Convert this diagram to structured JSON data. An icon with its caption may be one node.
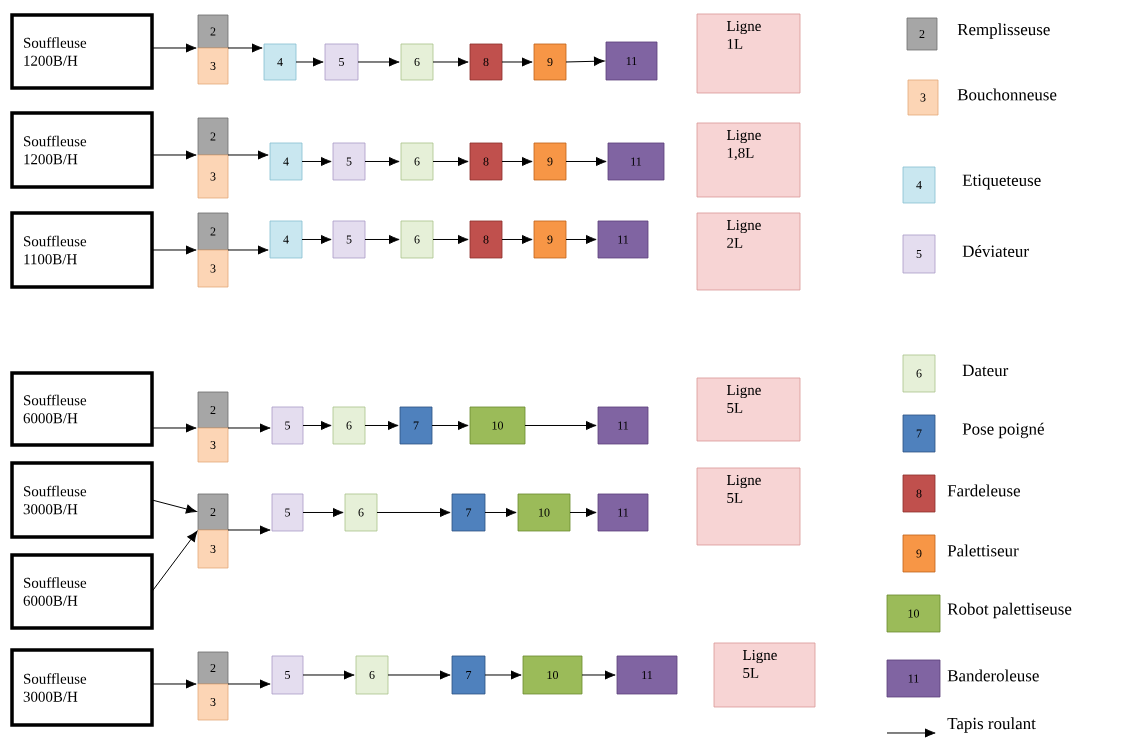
{
  "diagram": {
    "nodes": [
      {
        "text": [
          "Souffleuse 1200B/H"
        ]
      },
      {
        "text": [
          "2"
        ]
      },
      {
        "text": [
          "3"
        ]
      },
      {
        "text": [
          "4"
        ]
      },
      {
        "text": [
          "5"
        ]
      },
      {
        "text": [
          "6"
        ]
      },
      {
        "text": [
          "8"
        ]
      },
      {
        "text": [
          "9"
        ]
      },
      {
        "text": [
          "11"
        ]
      },
      {
        "text": [
          "Ligne 1L"
        ]
      },
      {
        "text": [
          "Souffleuse 1200B/H"
        ]
      },
      {
        "text": [
          "2"
        ]
      },
      {
        "text": [
          "3"
        ]
      },
      {
        "text": [
          "4"
        ]
      },
      {
        "text": [
          "5"
        ]
      },
      {
        "text": [
          "6"
        ]
      },
      {
        "text": [
          "8"
        ]
      },
      {
        "text": [
          "9"
        ]
      },
      {
        "text": [
          "11"
        ]
      },
      {
        "text": [
          "Ligne 1,8L"
        ]
      },
      {
        "text": [
          "Souffleuse 1100B/H"
        ]
      },
      {
        "text": [
          "2"
        ]
      },
      {
        "text": [
          "3"
        ]
      },
      {
        "text": [
          "4"
        ]
      },
      {
        "text": [
          "5"
        ]
      },
      {
        "text": [
          "6"
        ]
      },
      {
        "text": [
          "8"
        ]
      },
      {
        "text": [
          "9"
        ]
      },
      {
        "text": [
          "11"
        ]
      },
      {
        "text": [
          "Ligne 2L"
        ]
      },
      {
        "text": [
          "Souffleuse 6000B/H"
        ]
      },
      {
        "text": [
          "2"
        ]
      },
      {
        "text": [
          "3"
        ]
      },
      {
        "text": [
          "5"
        ]
      },
      {
        "text": [
          "6"
        ]
      },
      {
        "text": [
          "7"
        ]
      },
      {
        "text": [
          "10"
        ]
      },
      {
        "text": [
          "11"
        ]
      },
      {
        "text": [
          "Ligne 5L"
        ]
      },
      {
        "text": [
          "Souffleuse 3000B/H"
        ]
      },
      {
        "text": [
          "Souffleuse 6000B/H"
        ]
      },
      {
        "text": [
          "2"
        ]
      },
      {
        "text": [
          "3"
        ]
      },
      {
        "text": [
          "5"
        ]
      },
      {
        "text": [
          "6"
        ]
      },
      {
        "text": [
          "7"
        ]
      },
      {
        "text": [
          "10"
        ]
      },
      {
        "text": [
          "11"
        ]
      },
      {
        "text": [
          "Ligne 5L"
        ]
      },
      {
        "text": [
          "Souffleuse 3000B/H"
        ]
      },
      {
        "text": [
          "2"
        ]
      },
      {
        "text": [
          "3"
        ]
      },
      {
        "text": [
          "5"
        ]
      },
      {
        "text": [
          "6"
        ]
      },
      {
        "text": [
          "7"
        ]
      },
      {
        "text": [
          "10"
        ]
      },
      {
        "text": [
          "11"
        ]
      },
      {
        "text": [
          "Ligne 5L"
        ]
      },
      {
        "text": [
          "2"
        ],
        "beside": [
          "Remplisseuse"
        ]
      },
      {
        "text": [
          "3"
        ],
        "beside": [
          "Bouchonneuse"
        ]
      },
      {
        "text": [
          "4"
        ],
        "beside": [
          "Etiqueteuse"
        ]
      },
      {
        "text": [
          "5"
        ],
        "beside": [
          "Déviateur"
        ]
      },
      {
        "text": [
          "6"
        ],
        "beside": [
          "Dateur"
        ]
      },
      {
        "text": [
          "7"
        ],
        "beside": [
          "Pose poigné"
        ]
      },
      {
        "text": [
          "8"
        ],
        "beside": [
          "Fardeleuse"
        ]
      },
      {
        "text": [
          "9"
        ],
        "beside": [
          "Palettiseur"
        ]
      },
      {
        "text": [
          "10"
        ],
        "beside": [
          "Robot palettiseuse"
        ]
      },
      {
        "text": [
          "11"
        ],
        "beside": [
          "Banderoleuse"
        ]
      }
    ],
    "edges": [
      {
        "from": 0,
        "to": 1,
        "arrow": "to"
      },
      {
        "from": 1,
        "to": 3,
        "arrow": "to"
      },
      {
        "from": 3,
        "to": 4,
        "arrow": "to"
      },
      {
        "from": 4,
        "to": 5,
        "arrow": "to"
      },
      {
        "from": 5,
        "to": 6,
        "arrow": "to"
      },
      {
        "from": 6,
        "to": 7,
        "arrow": "to"
      },
      {
        "from": 7,
        "to": 8,
        "arrow": "to"
      },
      {
        "from": 10,
        "to": 11,
        "arrow": "to"
      },
      {
        "from": 11,
        "to": 13,
        "arrow": "to"
      },
      {
        "from": 13,
        "to": 14,
        "arrow": "to"
      },
      {
        "from": 14,
        "to": 15,
        "arrow": "to"
      },
      {
        "from": 15,
        "to": 16,
        "arrow": "to"
      },
      {
        "from": 16,
        "to": 17,
        "arrow": "to"
      },
      {
        "from": 17,
        "to": 18,
        "arrow": "to"
      },
      {
        "from": 20,
        "to": 21,
        "arrow": "to"
      },
      {
        "from": 21,
        "to": 23,
        "arrow": "to"
      },
      {
        "from": 23,
        "to": 24,
        "arrow": "to"
      },
      {
        "from": 24,
        "to": 25,
        "arrow": "to"
      },
      {
        "from": 25,
        "to": 26,
        "arrow": "to"
      },
      {
        "from": 26,
        "to": 27,
        "arrow": "to"
      },
      {
        "from": 27,
        "to": 28,
        "arrow": "to"
      },
      {
        "from": 30,
        "to": 31,
        "arrow": "to"
      },
      {
        "from": 31,
        "to": 33,
        "arrow": "to"
      },
      {
        "from": 33,
        "to": 34,
        "arrow": "to"
      },
      {
        "from": 34,
        "to": 35,
        "arrow": "to"
      },
      {
        "from": 35,
        "to": 36,
        "arrow": "to"
      },
      {
        "from": 36,
        "to": 37,
        "arrow": "to"
      },
      {
        "from": 39,
        "to": 41,
        "arrow": "to"
      },
      {
        "from": 40,
        "to": 41,
        "arrow": "to"
      },
      {
        "from": 41,
        "to": 43,
        "arrow": "to"
      },
      {
        "from": 43,
        "to": 44,
        "arrow": "to"
      },
      {
        "from": 44,
        "to": 45,
        "arrow": "to"
      },
      {
        "from": 45,
        "to": 46,
        "arrow": "to"
      },
      {
        "from": 46,
        "to": 47,
        "arrow": "to"
      },
      {
        "from": 49,
        "to": 50,
        "arrow": "to"
      },
      {
        "from": 50,
        "to": 52,
        "arrow": "to"
      },
      {
        "from": 52,
        "to": 53,
        "arrow": "to"
      },
      {
        "from": 53,
        "to": 54,
        "arrow": "to"
      },
      {
        "from": 54,
        "to": 55,
        "arrow": "to"
      },
      {
        "from": 55,
        "to": 56,
        "arrow": "to"
      }
    ],
    "legend": [
      {
        "text": "Tapis roulant"
      }
    ]
  }
}
